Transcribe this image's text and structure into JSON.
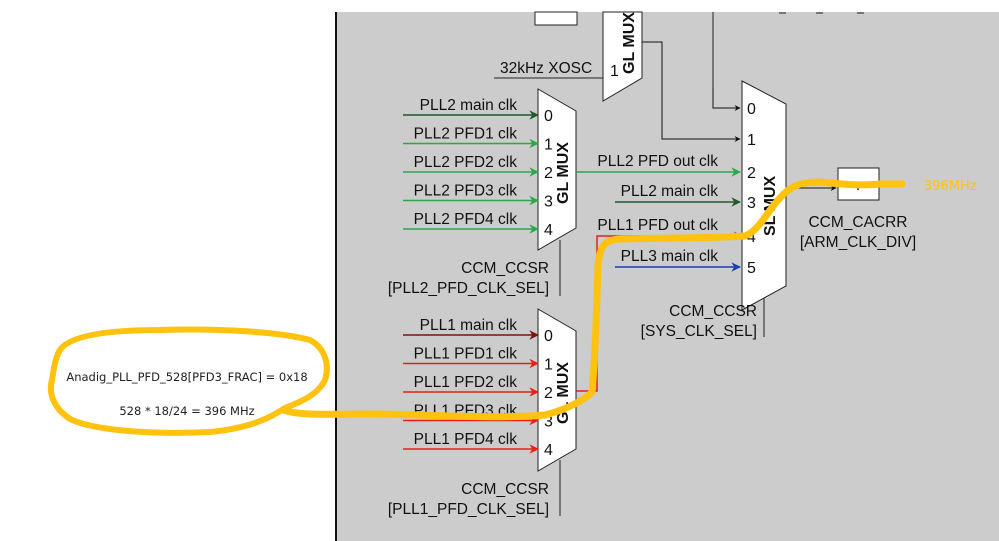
{
  "colors": {
    "panel": "#cbcccb",
    "highlight": "#ffc20e",
    "pll2_main": "#1e5a2a",
    "pll2_pfd": "#2aa84a",
    "pll1_main": "#7a1410",
    "pll1_pfd": "#e8201a",
    "pll3": "#1a3fae",
    "black": "#111111"
  },
  "top_mux": {
    "name": "GL MUX",
    "input_1_label": "1",
    "xosc_label": "32kHz XOSC"
  },
  "pll2_mux": {
    "name": "GL MUX",
    "inputs": [
      {
        "index": "0",
        "label": "PLL2 main clk"
      },
      {
        "index": "1",
        "label": "PLL2 PFD1 clk"
      },
      {
        "index": "2",
        "label": "PLL2 PFD2 clk"
      },
      {
        "index": "3",
        "label": "PLL2 PFD3 clk"
      },
      {
        "index": "4",
        "label": "PLL2 PFD4 clk"
      }
    ],
    "reg_line1": "CCM_CCSR",
    "reg_line2": "[PLL2_PFD_CLK_SEL]"
  },
  "pll1_mux": {
    "name": "GL MUX",
    "inputs": [
      {
        "index": "0",
        "label": "PLL1 main clk"
      },
      {
        "index": "1",
        "label": "PLL1 PFD1 clk"
      },
      {
        "index": "2",
        "label": "PLL1 PFD2 clk"
      },
      {
        "index": "3",
        "label": "PLL1 PFD3 clk"
      },
      {
        "index": "4",
        "label": "PLL1 PFD4 clk"
      }
    ],
    "reg_line1": "CCM_CCSR",
    "reg_line2": "[PLL1_PFD_CLK_SEL]"
  },
  "sys_mux": {
    "name": "SL MUX",
    "inputs": [
      {
        "index": "0",
        "label": ""
      },
      {
        "index": "1",
        "label": ""
      },
      {
        "index": "2",
        "label": "PLL2 PFD out clk"
      },
      {
        "index": "3",
        "label": "PLL2 main clk"
      },
      {
        "index": "4",
        "label": "PLL1 PFD out clk"
      },
      {
        "index": "5",
        "label": "PLL3 main clk"
      }
    ],
    "reg_line1": "CCM_CCSR",
    "reg_line2": "[SYS_CLK_SEL]"
  },
  "divider": {
    "symbol": ":",
    "reg_line1": "CCM_CACRR",
    "reg_line2": "[ARM_CLK_DIV]"
  },
  "annotation": {
    "line1": "Anadig_PLL_PFD_528[PFD3_FRAC] = 0x18",
    "line2": "528 * 18/24 = 396 MHz",
    "output_label": "396MHz"
  }
}
